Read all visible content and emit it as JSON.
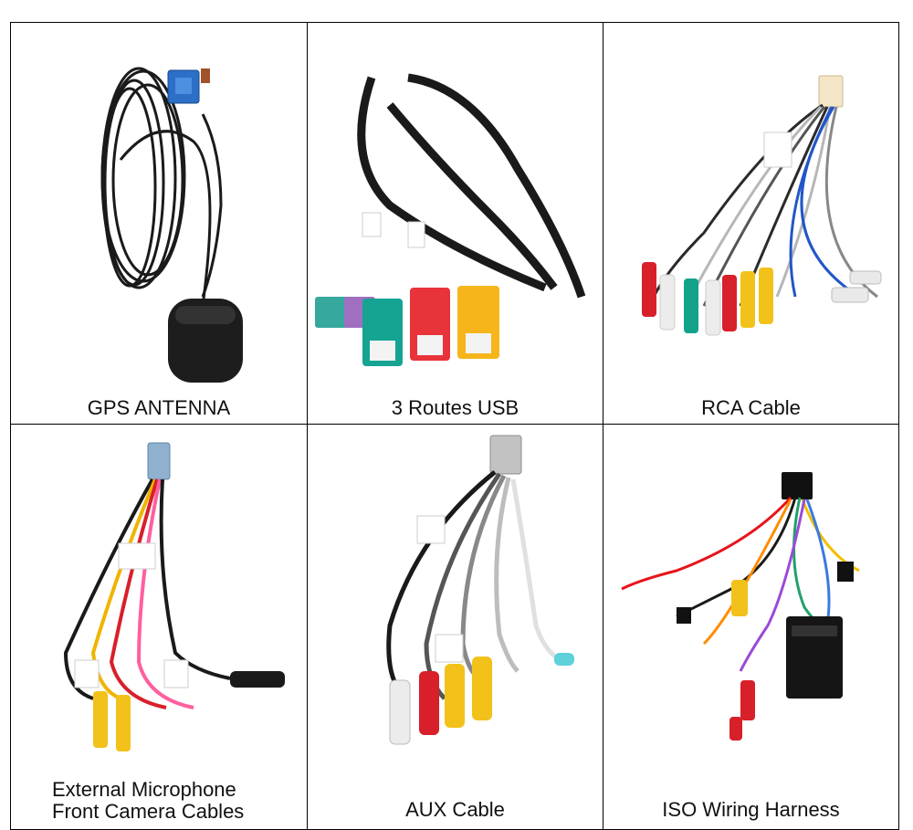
{
  "products": [
    {
      "caption": "GPS ANTENNA",
      "image_icon": "gps-antenna-cable-icon"
    },
    {
      "caption": "3 Routes USB",
      "image_icon": "usb-cable-icon"
    },
    {
      "caption": "RCA Cable",
      "image_icon": "rca-cable-icon"
    },
    {
      "caption_lines": [
        "External Microphone",
        "Front Camera Cables"
      ],
      "image_icon": "microphone-camera-cable-icon"
    },
    {
      "caption": "AUX Cable",
      "image_icon": "aux-cable-icon"
    },
    {
      "caption": "ISO Wiring Harness",
      "image_icon": "iso-harness-icon"
    }
  ],
  "colors": {
    "cable_black": "#1a1a1a",
    "rca_red": "#d8202a",
    "rca_yellow": "#f2c21b",
    "rca_white": "#ececec",
    "rca_green": "#12a38a",
    "usb_red": "#e8333b",
    "usb_yellow": "#f6b51a",
    "usb_green": "#15a392"
  }
}
